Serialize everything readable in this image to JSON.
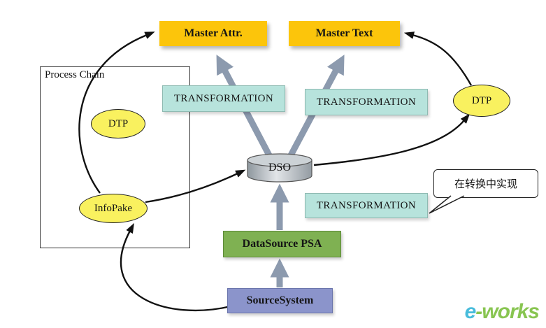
{
  "nodes": {
    "master_attr": {
      "label": "Master Attr."
    },
    "master_text": {
      "label": "Master Text"
    },
    "transformation_left": {
      "label": "TRANSFORMATION"
    },
    "transformation_right": {
      "label": "TRANSFORMATION"
    },
    "transformation_mid": {
      "label": "TRANSFORMATION"
    },
    "dtp_left": {
      "label": "DTP"
    },
    "dtp_right": {
      "label": "DTP"
    },
    "infopake": {
      "label": "InfoPake"
    },
    "dso": {
      "label": "DSO"
    },
    "datasource_psa": {
      "label": "DataSource PSA"
    },
    "source_system": {
      "label": "SourceSystem"
    },
    "process_chain": {
      "label": "Process Chain"
    }
  },
  "callout": {
    "label": "在转换中实现"
  },
  "edges": [
    {
      "from": "SourceSystem",
      "to": "DataSource PSA",
      "style": "thick-gray"
    },
    {
      "from": "DataSource PSA",
      "to": "DSO",
      "style": "thick-gray"
    },
    {
      "from": "DSO",
      "to": "Master Attr.",
      "style": "thick-gray",
      "via": "TRANSFORMATION"
    },
    {
      "from": "DSO",
      "to": "Master Text",
      "style": "thick-gray",
      "via": "TRANSFORMATION"
    },
    {
      "from": "SourceSystem",
      "to": "InfoPake",
      "style": "black-curve"
    },
    {
      "from": "InfoPake",
      "to": "Master Attr.",
      "style": "black-curve",
      "via": "DTP"
    },
    {
      "from": "InfoPake",
      "to": "DSO",
      "style": "black-curve"
    },
    {
      "from": "DSO",
      "to": "DTP (right)",
      "style": "black-curve"
    },
    {
      "from": "DTP (right)",
      "to": "Master Text",
      "style": "black-curve"
    }
  ],
  "watermark": {
    "prefix": "e",
    "suffix": "-works"
  },
  "colors": {
    "gold_box": "#fcc50b",
    "teal_box": "#b7e3dc",
    "yellow_ellipse": "#f9f15f",
    "green_box": "#7fb152",
    "blue_box": "#8b94cb",
    "thick_arrow": "#8c9aae",
    "curve_arrow": "#111111",
    "eworks_cyan": "#35b5d8",
    "eworks_green": "#7cbf3f"
  }
}
